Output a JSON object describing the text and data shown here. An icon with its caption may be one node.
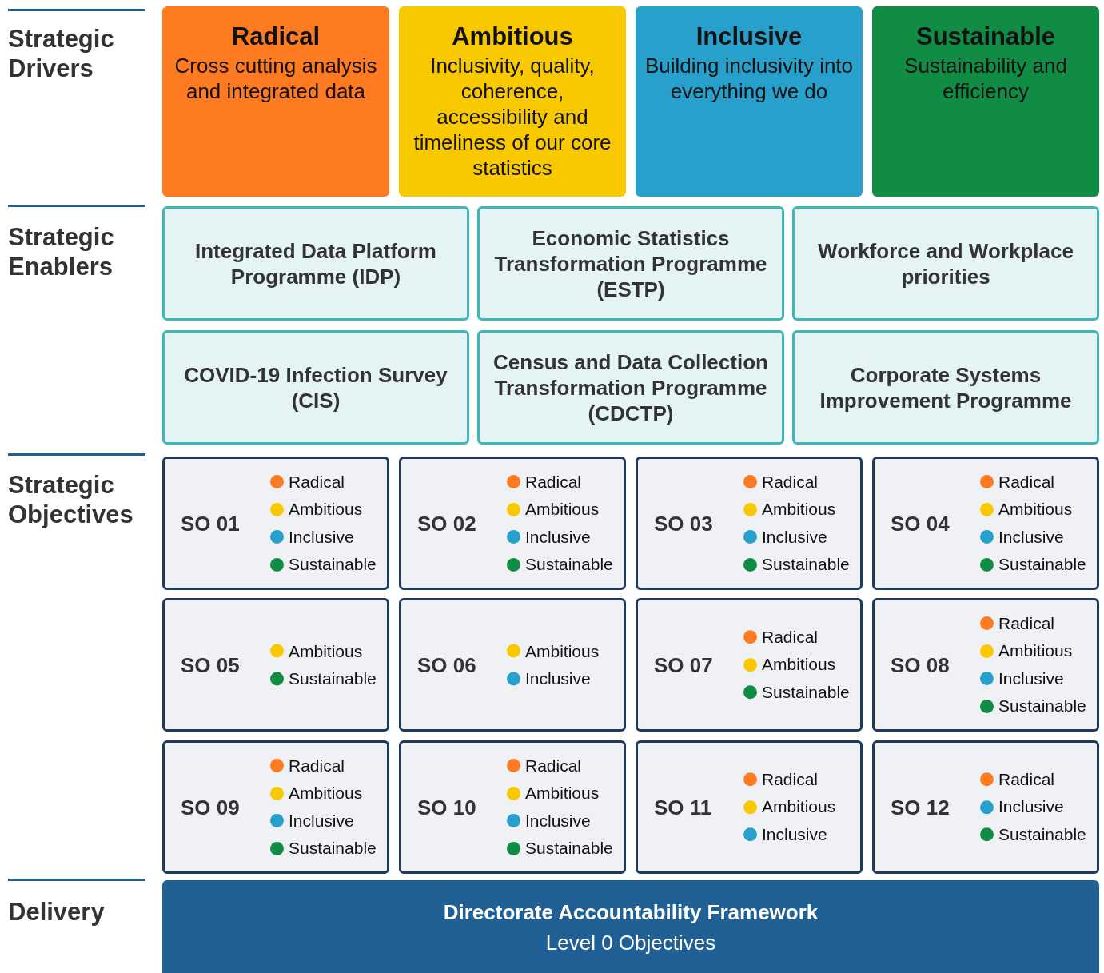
{
  "diagram": {
    "nodes": [
      {
        "text": [
          "Radical",
          "Cross cutting analysis and integrated data"
        ]
      },
      {
        "text": [
          "Ambitious",
          "Inclusivity, quality, coherence, accessibility and timeliness of our core statistics"
        ]
      },
      {
        "text": [
          "Inclusive",
          "Building inclusivity into everything we do"
        ]
      },
      {
        "text": [
          "Sustainable",
          "Sustainability and efficiency"
        ]
      },
      {
        "text": [
          "Integrated Data Platform Programme (IDP)"
        ]
      },
      {
        "text": [
          "Economic Statistics Transformation Programme (ESTP)"
        ]
      },
      {
        "text": [
          "Workforce and Workplace priorities"
        ]
      },
      {
        "text": [
          "COVID-19 Infection Survey (CIS)"
        ]
      },
      {
        "text": [
          "Census and Data Collection Transformation Programme (CDCTP)"
        ]
      },
      {
        "text": [
          "Corporate Systems Improvement Programme"
        ]
      },
      {
        "text": [
          "SO 01",
          "Radical",
          "Ambitious",
          "Inclusive",
          "Sustainable"
        ]
      },
      {
        "text": [
          "SO 02",
          "Radical",
          "Ambitious",
          "Inclusive",
          "Sustainable"
        ]
      },
      {
        "text": [
          "SO 03",
          "Radical",
          "Ambitious",
          "Inclusive",
          "Sustainable"
        ]
      },
      {
        "text": [
          "SO 04",
          "Radical",
          "Ambitious",
          "Inclusive",
          "Sustainable"
        ]
      },
      {
        "text": [
          "SO 05",
          "Ambitious",
          "Sustainable"
        ]
      },
      {
        "text": [
          "SO 06",
          "Ambitious",
          "Inclusive"
        ]
      },
      {
        "text": [
          "SO 07",
          "Radical",
          "Ambitious",
          "Sustainable"
        ]
      },
      {
        "text": [
          "SO 08",
          "Radical",
          "Ambitious",
          "Inclusive",
          "Sustainable"
        ]
      },
      {
        "text": [
          "SO 09",
          "Radical",
          "Ambitious",
          "Inclusive",
          "Sustainable"
        ]
      },
      {
        "text": [
          "SO 10",
          "Radical",
          "Ambitious",
          "Inclusive",
          "Sustainable"
        ]
      },
      {
        "text": [
          "SO 11",
          "Radical",
          "Ambitious",
          "Inclusive"
        ]
      },
      {
        "text": [
          "SO 12",
          "Radical",
          "Inclusive",
          "Sustainable"
        ]
      },
      {
        "text": [
          "Directorate Accountability Framework",
          "Level 0 Objectives"
        ]
      }
    ],
    "labels": [
      "Strategic Drivers",
      "Strategic Enablers",
      "Strategic Objectives",
      "Delivery"
    ]
  }
}
